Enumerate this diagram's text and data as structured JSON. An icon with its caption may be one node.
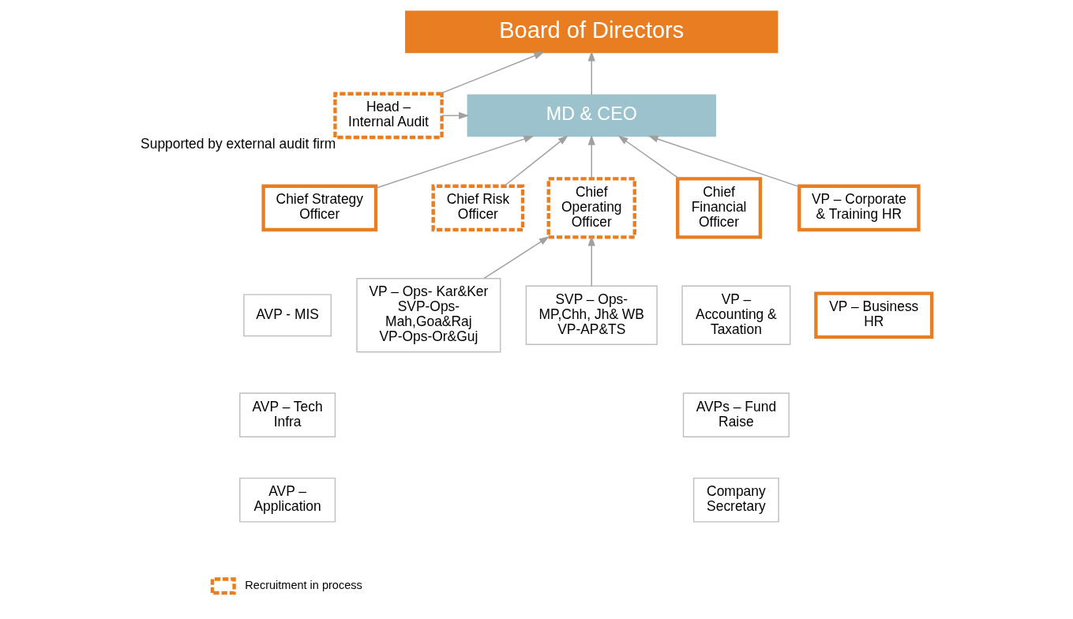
{
  "diagram": {
    "nodes": [
      {
        "text": [
          "Board of Directors"
        ]
      },
      {
        "text": [
          "Head – Internal Audit"
        ],
        "beside": [
          "Supported by external audit firm"
        ]
      },
      {
        "text": [
          "MD & CEO"
        ]
      },
      {
        "text": [
          "Chief Strategy Officer"
        ]
      },
      {
        "text": [
          "Chief Risk Officer"
        ]
      },
      {
        "text": [
          "Chief Operating Officer"
        ]
      },
      {
        "text": [
          "Chief Financial Officer"
        ]
      },
      {
        "text": [
          "VP – Corporate & Training HR"
        ]
      },
      {
        "text": [
          "AVP - MIS"
        ]
      },
      {
        "text": [
          "AVP – Tech Infra"
        ]
      },
      {
        "text": [
          "AVP – Application"
        ]
      },
      {
        "text": [
          "VP – Accounting & Taxation"
        ]
      },
      {
        "text": [
          "AVPs – Fund Raise"
        ]
      },
      {
        "text": [
          "Company Secretary"
        ]
      },
      {
        "text": [
          "VP – Business HR"
        ]
      },
      {
        "text": [
          "VP – Ops- Kar&Ker SVP-Ops- Mah,Goa&Raj VP-Ops-Or&Guj"
        ]
      },
      {
        "text": [
          "SVP – Ops- MP,Chh, Jh& WB VP-AP&TS"
        ]
      }
    ],
    "edges": [
      {
        "from": 1,
        "to": 0,
        "arrow": "to"
      },
      {
        "from": 1,
        "to": 2,
        "arrow": "to"
      },
      {
        "from": 2,
        "to": 0,
        "arrow": "to"
      },
      {
        "from": 3,
        "to": 2,
        "arrow": "to"
      },
      {
        "from": 4,
        "to": 2,
        "arrow": "to"
      },
      {
        "from": 5,
        "to": 2,
        "arrow": "to"
      },
      {
        "from": 6,
        "to": 2,
        "arrow": "to"
      },
      {
        "from": 7,
        "to": 2,
        "arrow": "to"
      },
      {
        "from": 15,
        "to": 5,
        "arrow": "to"
      },
      {
        "from": 16,
        "to": 5,
        "arrow": "to"
      }
    ],
    "legend": [
      {
        "text": "Recruitment in process"
      }
    ]
  }
}
